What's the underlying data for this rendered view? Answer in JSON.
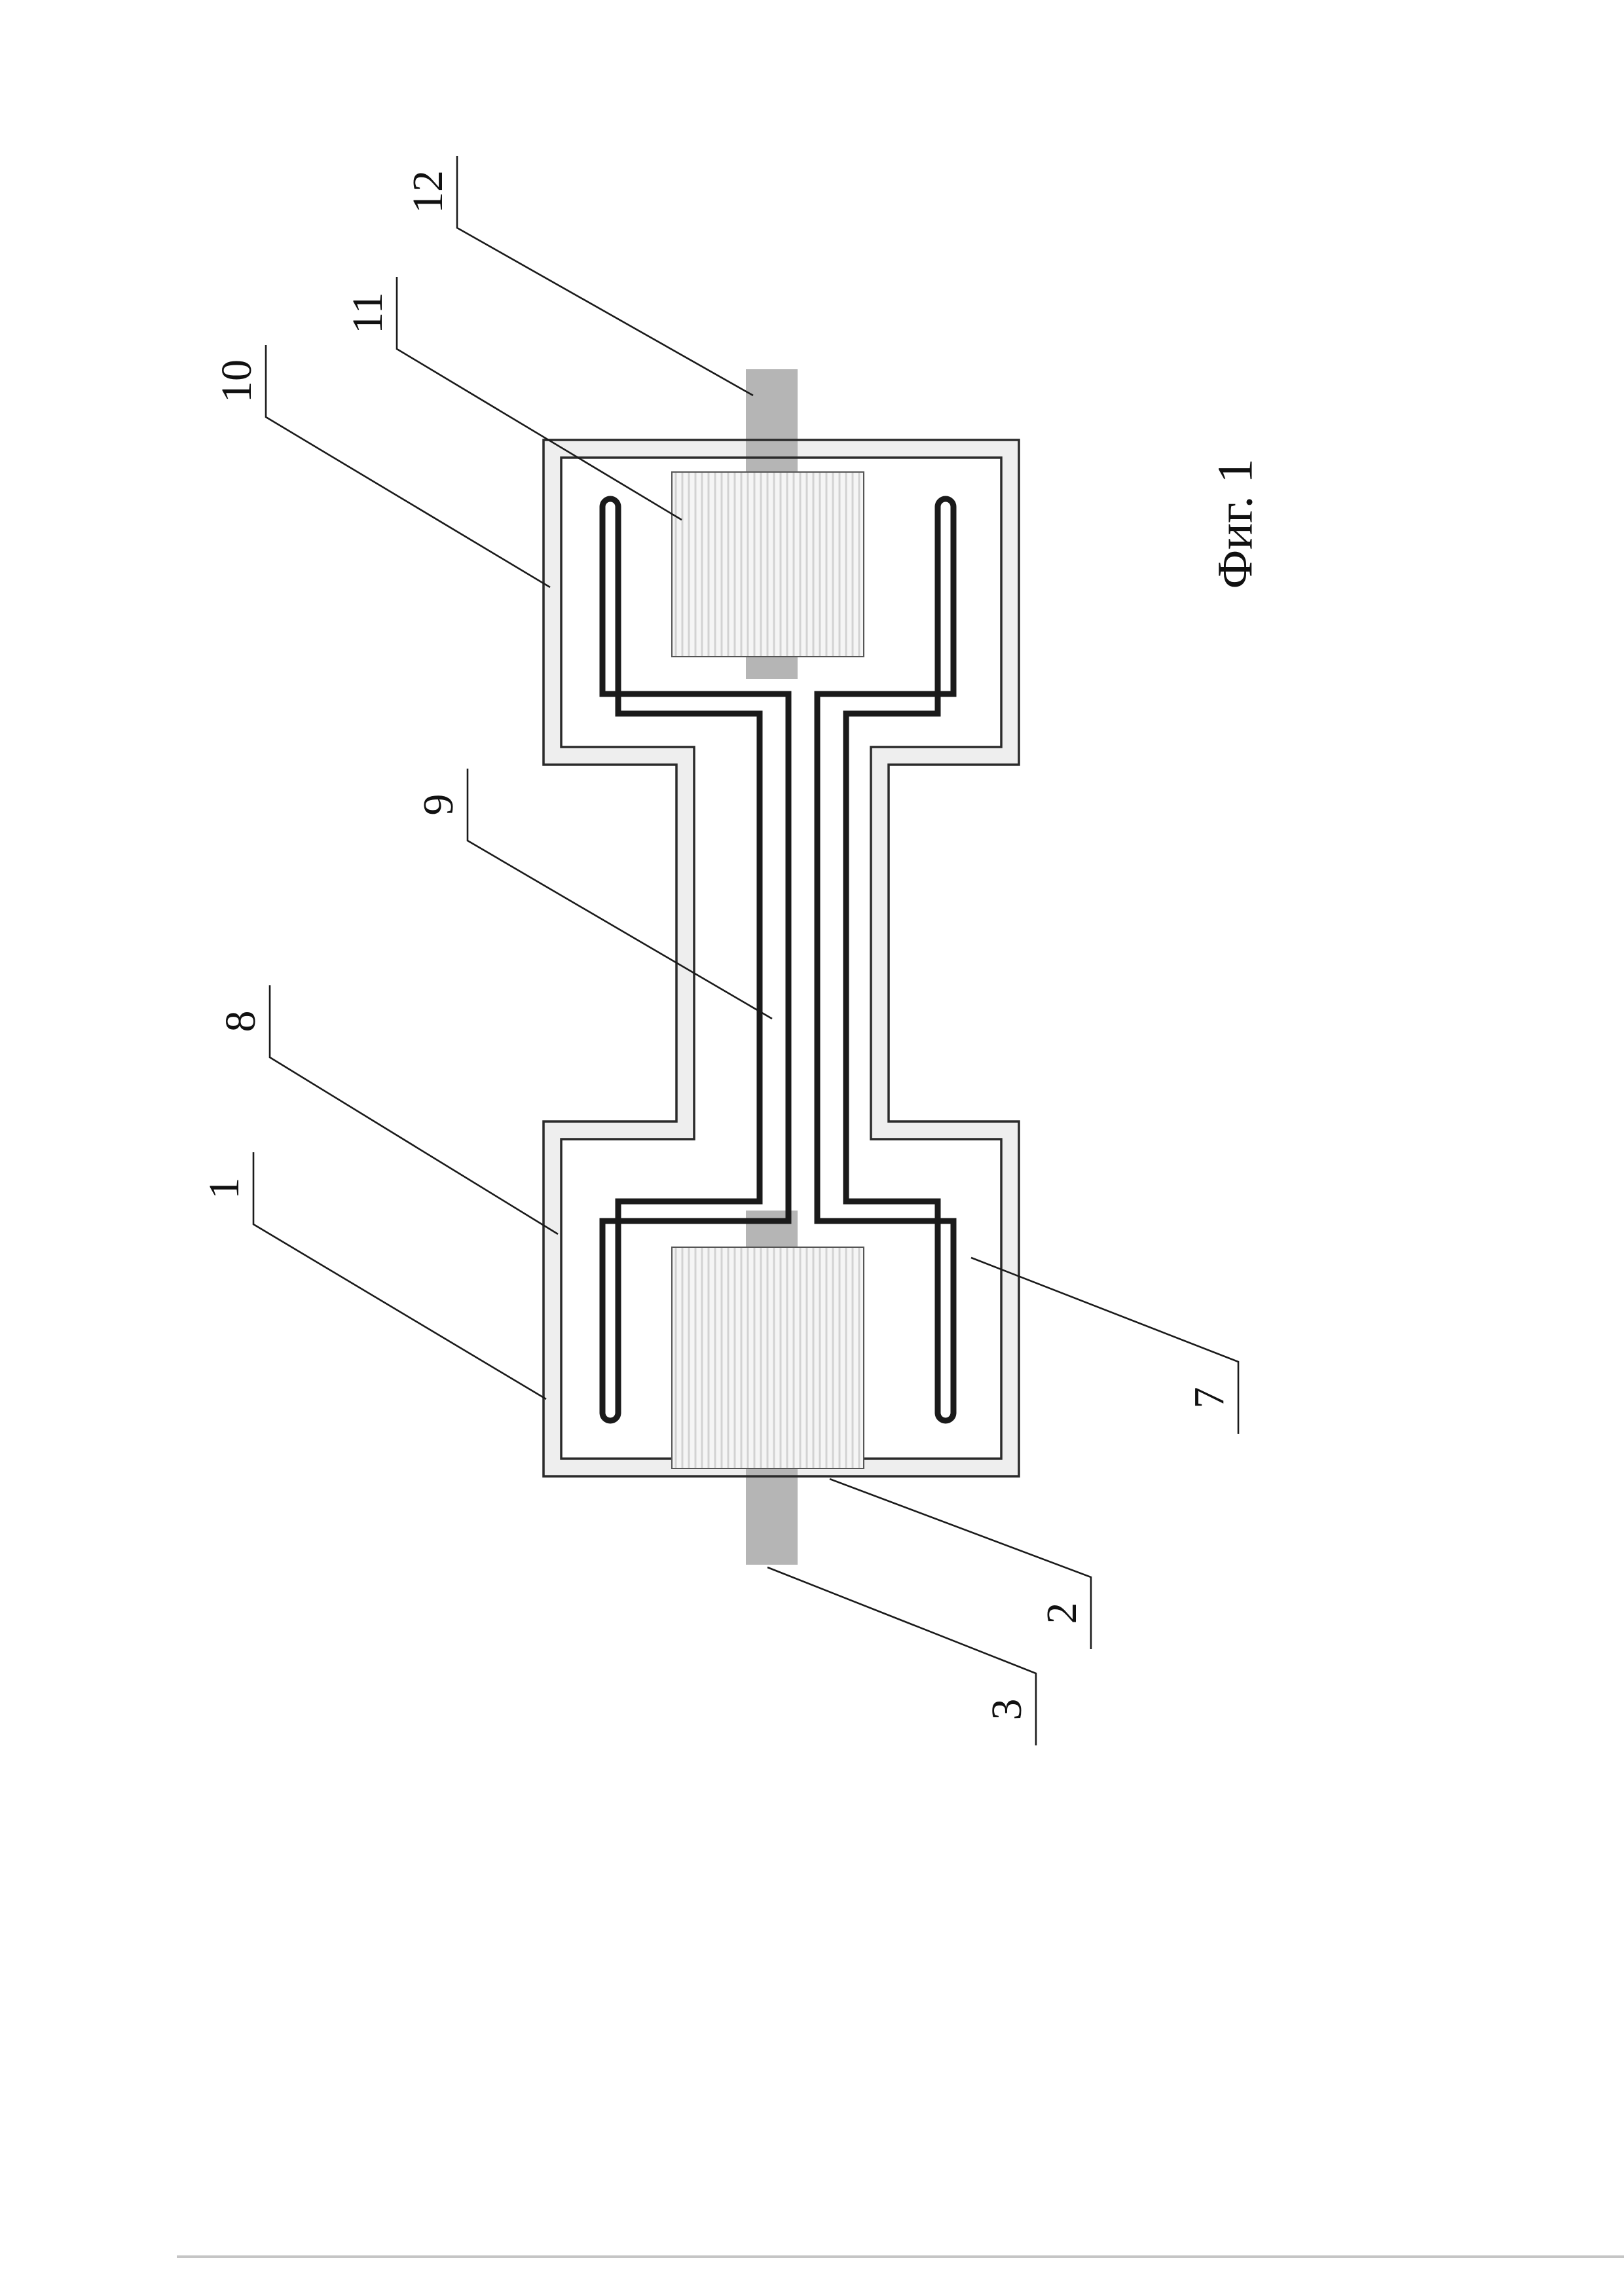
{
  "figure": {
    "caption": "Фиг. 1"
  },
  "reference_labels": {
    "n1": "1",
    "n2": "2",
    "n3": "3",
    "n7": "7",
    "n8": "8",
    "n9": "9",
    "n10": "10",
    "n11": "11",
    "n12": "12"
  },
  "colors": {
    "line": "#1a1a1a",
    "outline": "#2a2a2a",
    "lead_gray": "#b5b5b5",
    "pad_fill": "#f5f5f5",
    "pad_hatch": "#d2d2d2",
    "pad_stroke": "#555555",
    "frame_fill": "#eeeeee",
    "edge_line": "#c5c5c5",
    "page_bg": "#ffffff"
  }
}
